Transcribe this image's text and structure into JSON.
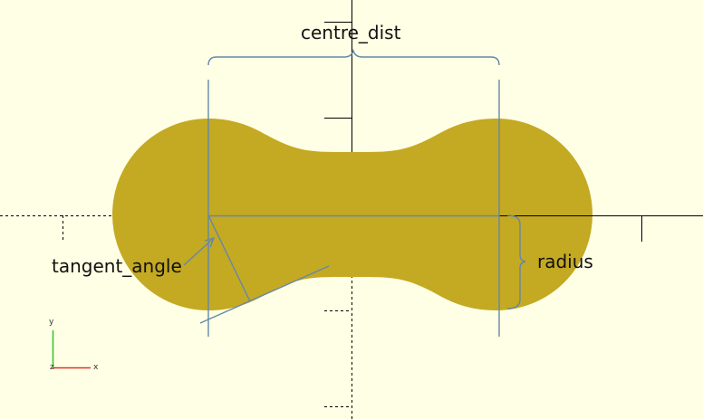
{
  "colors": {
    "background": "#ffffe5",
    "shape_fill": "#c4a922",
    "dimension_line": "#6488a8",
    "axis": "#000000",
    "gizmo_x": "#e03030",
    "gizmo_y": "#30c030"
  },
  "annotations": {
    "centre_dist": "centre_dist",
    "tangent_angle": "tangent_angle",
    "radius": "radius"
  },
  "gizmo": {
    "x": "x",
    "y": "y",
    "z": "z"
  }
}
